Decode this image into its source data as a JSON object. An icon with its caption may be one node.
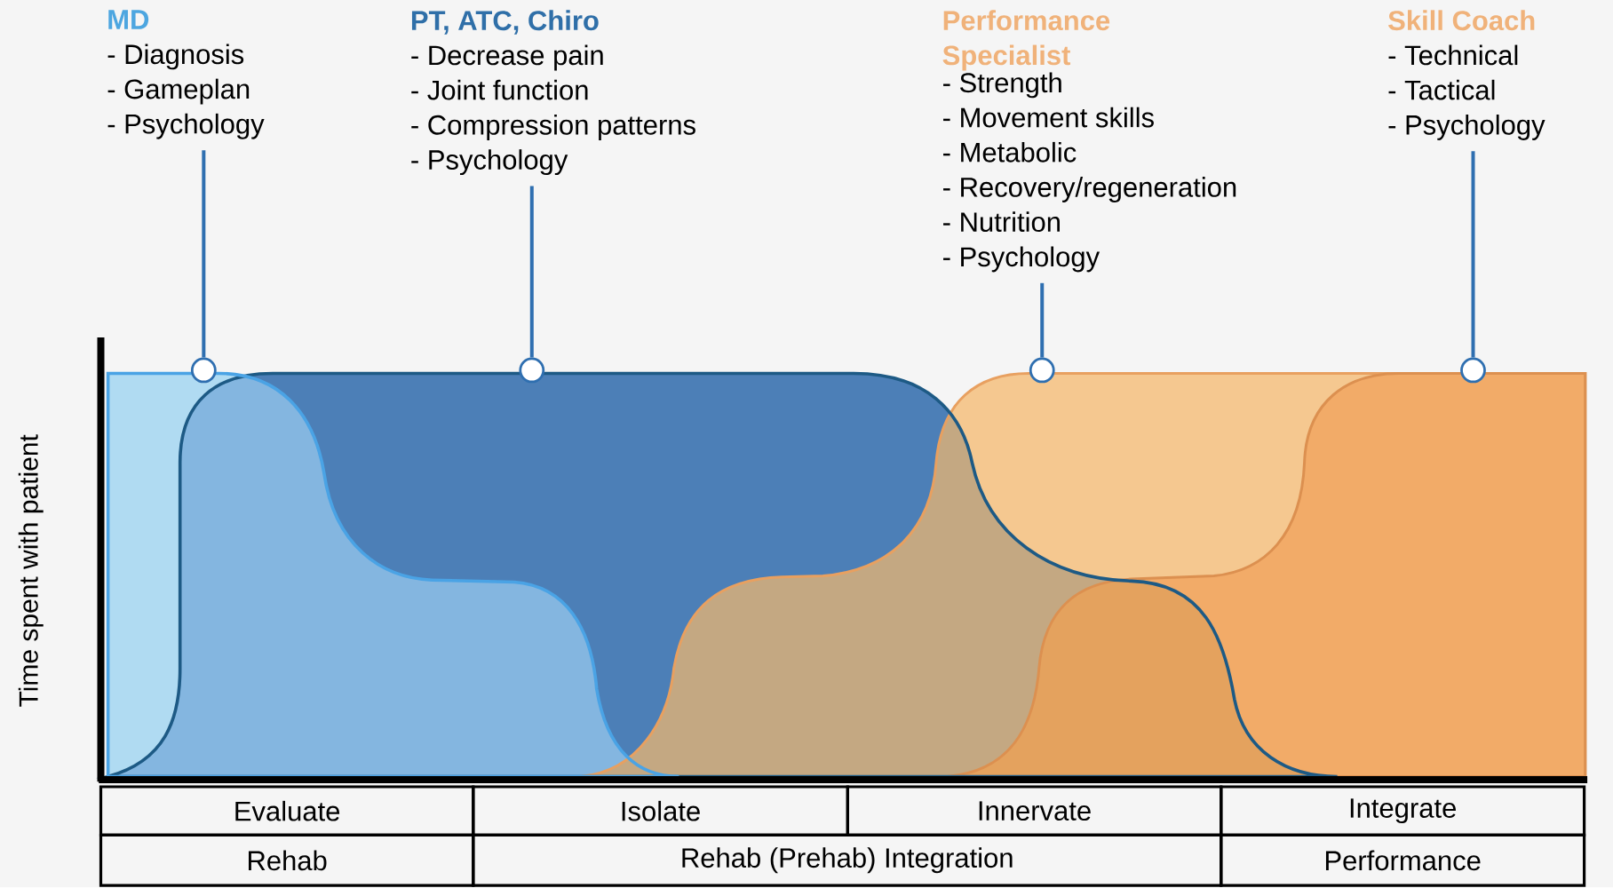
{
  "diagram": {
    "nodes": [
      {
        "text": [
          "MD",
          "- Diagnosis",
          "- Gameplan",
          "- Psychology"
        ]
      },
      {
        "text": [
          "PT, ATC, Chiro",
          "- Decrease pain",
          "- Joint function",
          "- Compression patterns",
          "- Psychology"
        ]
      },
      {
        "text": [
          "Performance Specialist",
          "- Strength",
          "- Movement skills",
          "- Metabolic",
          "- Recovery/regeneration",
          "- Nutrition",
          "- Psychology"
        ]
      },
      {
        "text": [
          "Skill Coach",
          "- Technical",
          "- Tactical",
          "- Psychology"
        ]
      },
      {
        "text": [],
        "shape": "circle"
      },
      {
        "text": [],
        "shape": "circle"
      },
      {
        "text": [],
        "shape": "circle"
      },
      {
        "text": [],
        "shape": "circle"
      }
    ],
    "edges": [
      {
        "from": 0,
        "to": 4,
        "arrow": "none"
      },
      {
        "from": 1,
        "to": 5,
        "arrow": "none"
      },
      {
        "from": 2,
        "to": 6,
        "arrow": "none"
      },
      {
        "from": 3,
        "to": 7,
        "arrow": "none"
      }
    ],
    "labels": [
      "Time spent with patient",
      "Evaluate",
      "Isolate",
      "Innervate",
      "Integrate",
      "Rehab",
      "Rehab (Prehab) Integration",
      "Performance"
    ]
  }
}
